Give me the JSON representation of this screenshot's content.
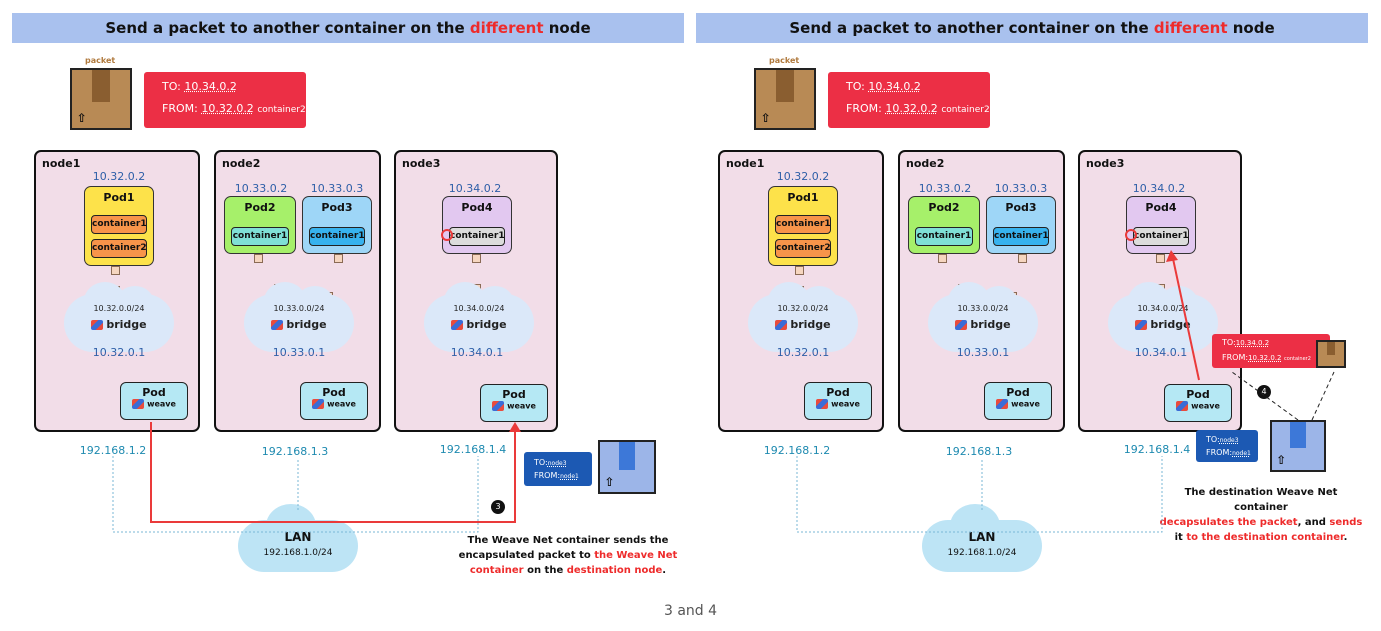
{
  "panels": [
    {
      "title_pre": "Send a packet to another container on the ",
      "title_highlight": "different",
      "title_post": " node",
      "packet_label": "packet",
      "tag": {
        "to_label": "TO:",
        "to_value": "10.34.0.2",
        "from_label": "FROM:",
        "from_value": "10.32.0.2",
        "from_suffix": "container2"
      },
      "nodes": [
        {
          "label": "node1",
          "pod_ip": "10.32.0.2",
          "pod_name": "Pod1",
          "containers": [
            "container1",
            "container2"
          ],
          "subnet": "10.32.0.0/24",
          "bridge": "bridge",
          "bridge_ip": "10.32.0.1",
          "weave_pod": "Pod",
          "weave": "weave",
          "host_ip": "192.168.1.2"
        },
        {
          "label": "node2",
          "pods": [
            {
              "ip": "10.33.0.2",
              "name": "Pod2",
              "container": "container1"
            },
            {
              "ip": "10.33.0.3",
              "name": "Pod3",
              "container": "container1"
            }
          ],
          "subnet": "10.33.0.0/24",
          "bridge": "bridge",
          "bridge_ip": "10.33.0.1",
          "weave_pod": "Pod",
          "weave": "weave",
          "host_ip": "192.168.1.3"
        },
        {
          "label": "node3",
          "pod_ip": "10.34.0.2",
          "pod_name": "Pod4",
          "containers": [
            "container1"
          ],
          "subnet": "10.34.0.0/24",
          "bridge": "bridge",
          "bridge_ip": "10.34.0.1",
          "weave_pod": "Pod",
          "weave": "weave",
          "host_ip": "192.168.1.4"
        }
      ],
      "lan": {
        "label": "LAN",
        "subnet": "192.168.1.0/24"
      },
      "outer_tag": {
        "to_label": "TO:",
        "to_value": "node3",
        "from_label": "FROM:",
        "from_value": "node1"
      },
      "step_number": "3",
      "caption": [
        {
          "t": "The Weave Net container sends the",
          "red": false
        },
        {
          "t": "encapsulated packet to ",
          "red": false
        },
        {
          "t": "the Weave Net",
          "red": true
        },
        {
          "t": "container",
          "red": true
        },
        {
          "t": " on the ",
          "red": false
        },
        {
          "t": "destination node",
          "red": true
        },
        {
          "t": ".",
          "red": false
        }
      ]
    },
    {
      "title_pre": "Send a packet to another container on the ",
      "title_highlight": "different",
      "title_post": " node",
      "packet_label": "packet",
      "tag": {
        "to_label": "TO:",
        "to_value": "10.34.0.2",
        "from_label": "FROM:",
        "from_value": "10.32.0.2",
        "from_suffix": "container2"
      },
      "nodes": [
        {
          "label": "node1",
          "pod_ip": "10.32.0.2",
          "pod_name": "Pod1",
          "containers": [
            "container1",
            "container2"
          ],
          "subnet": "10.32.0.0/24",
          "bridge": "bridge",
          "bridge_ip": "10.32.0.1",
          "weave_pod": "Pod",
          "weave": "weave",
          "host_ip": "192.168.1.2"
        },
        {
          "label": "node2",
          "pods": [
            {
              "ip": "10.33.0.2",
              "name": "Pod2",
              "container": "container1"
            },
            {
              "ip": "10.33.0.3",
              "name": "Pod3",
              "container": "container1"
            }
          ],
          "subnet": "10.33.0.0/24",
          "bridge": "bridge",
          "bridge_ip": "10.33.0.1",
          "weave_pod": "Pod",
          "weave": "weave",
          "host_ip": "192.168.1.3"
        },
        {
          "label": "node3",
          "pod_ip": "10.34.0.2",
          "pod_name": "Pod4",
          "containers": [
            "container1"
          ],
          "subnet": "10.34.0.0/24",
          "bridge": "bridge",
          "bridge_ip": "10.34.0.1",
          "weave_pod": "Pod",
          "weave": "weave",
          "host_ip": "192.168.1.4"
        }
      ],
      "lan": {
        "label": "LAN",
        "subnet": "192.168.1.0/24"
      },
      "inner_tag": {
        "to_label": "TO:",
        "to_value": "10.34.0.2",
        "from_label": "FROM:",
        "from_value": "10.32.0.2",
        "from_suffix": "container2"
      },
      "outer_tag": {
        "to_label": "TO:",
        "to_value": "node3",
        "from_label": "FROM:",
        "from_value": "node1"
      },
      "step_number": "4",
      "caption": [
        {
          "t": "The destination Weave Net container",
          "red": false
        },
        {
          "t": "decapsulates the packet",
          "red": true
        },
        {
          "t": ", and ",
          "red": false
        },
        {
          "t": "sends",
          "red": true
        },
        {
          "t": "it ",
          "red": false
        },
        {
          "t": "to the destination container",
          "red": true
        },
        {
          "t": ".",
          "red": false
        }
      ]
    }
  ],
  "footer": "3 and 4",
  "colors": {
    "title_bar": "#a9c1ee",
    "highlight": "#ee2b2b",
    "node_bg": "#f2dde8",
    "path": "#ea3a3a",
    "tag_red": "#ec2f45",
    "tag_blue": "#1c59b3"
  }
}
